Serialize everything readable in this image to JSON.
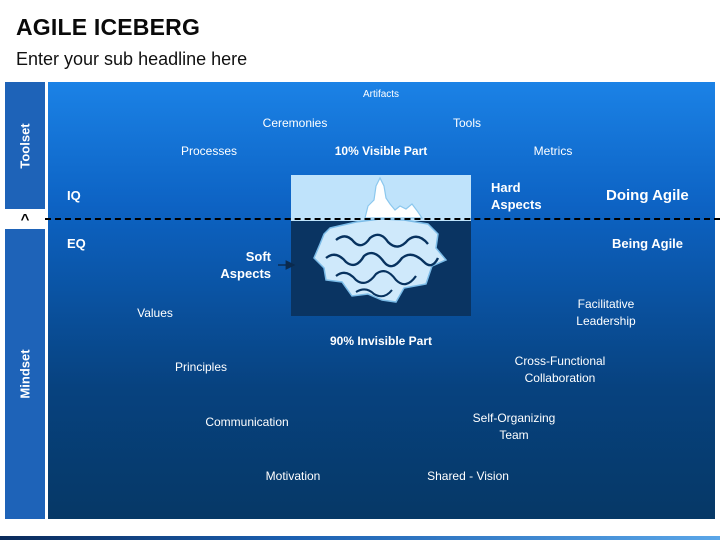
{
  "header": {
    "title": "AGILE ICEBERG",
    "subtitle": "Enter your sub headline here"
  },
  "sidebar": {
    "toolset": "Toolset",
    "caret": "^",
    "mindset": "Mindset"
  },
  "top": {
    "artifacts": "Artifacts",
    "ceremonies": "Ceremonies",
    "tools": "Tools",
    "processes": "Processes",
    "visible_part": "10% Visible Part",
    "metrics": "Metrics",
    "iq": "IQ",
    "hard_aspects": "Hard\nAspects",
    "doing_agile": "Doing Agile"
  },
  "bottom": {
    "eq": "EQ",
    "soft_aspects": "Soft\nAspects",
    "being_agile": "Being Agile",
    "invisible_part": "90% Invisible Part",
    "values": "Values",
    "facilitative_leadership": "Facilitative\nLeadership",
    "principles": "Principles",
    "cross_functional": "Cross-Functional\nCollaboration",
    "communication": "Communication",
    "self_organizing": "Self-Organizing\nTeam",
    "motivation": "Motivation",
    "shared_vision": "Shared - Vision"
  },
  "colors": {
    "sidebar": "#1e63b8",
    "panel_top": "#1b82e6",
    "panel_bottom": "#063866",
    "sky_box": "#bfe3fb",
    "sea_box": "#0a3462",
    "ice": "#cfe9fb"
  }
}
